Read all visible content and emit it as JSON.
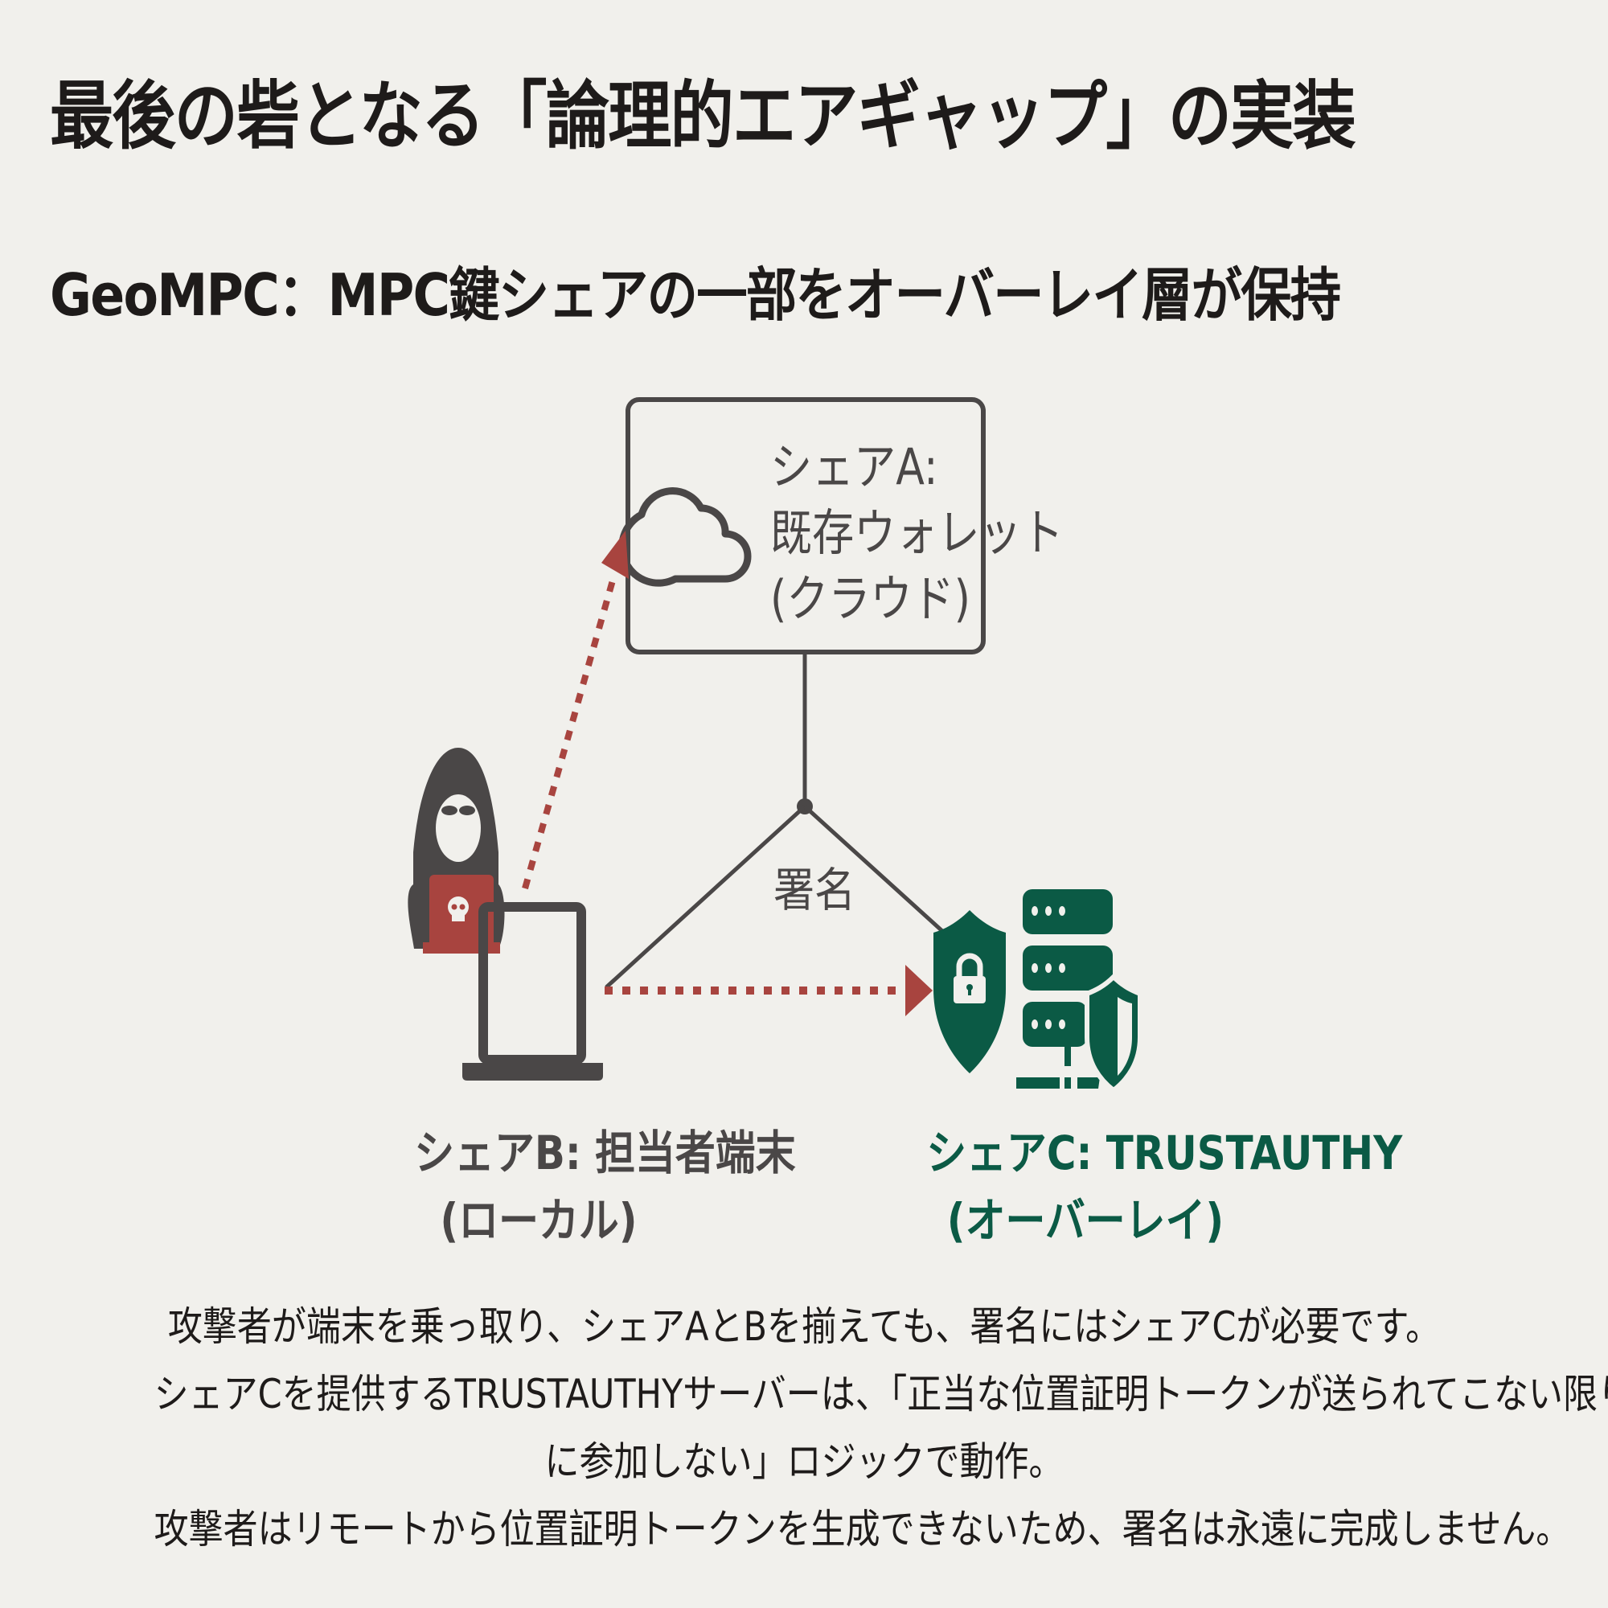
{
  "slide": {
    "title": "最後の砦となる「論理的エアギャップ」の実装",
    "subtitle": "GeoMPC：MPC鍵シェアの一部をオーバーレイ層が保持"
  },
  "diagram": {
    "share_a": {
      "line1": "シェアA:",
      "line2": "既存ウォレット",
      "line3": "(クラウド)",
      "icon": "cloud-icon"
    },
    "signature_label": "署名",
    "share_b": {
      "line1": "シェアB: 担当者端末",
      "line2": "(ローカル)",
      "icons": [
        "hacker-icon",
        "laptop-icon"
      ]
    },
    "share_c": {
      "line1": "シェアC: TRUSTAUTHY",
      "line2": "(オーバーレイ)",
      "icons": [
        "shield-lock-icon",
        "server-shield-icon"
      ]
    },
    "colors": {
      "background": "#f1f0ec",
      "text": "#1e1b1a",
      "gray": "#4a4747",
      "attack_red": "#a8443f",
      "trust_green": "#0b5a45"
    }
  },
  "body": {
    "lines": [
      "攻撃者が端末を乗っ取り、シェアAとBを揃えても、署名にはシェアCが必要です。",
      "シェアCを提供するTRUSTAUTHYサーバーは、「正当な位置証明トークンが送られてこない限り、絶対に計算",
      "に参加しない」ロジックで動作。",
      "攻撃者はリモートから位置証明トークンを生成できないため、署名は永遠に完成しません。"
    ]
  }
}
